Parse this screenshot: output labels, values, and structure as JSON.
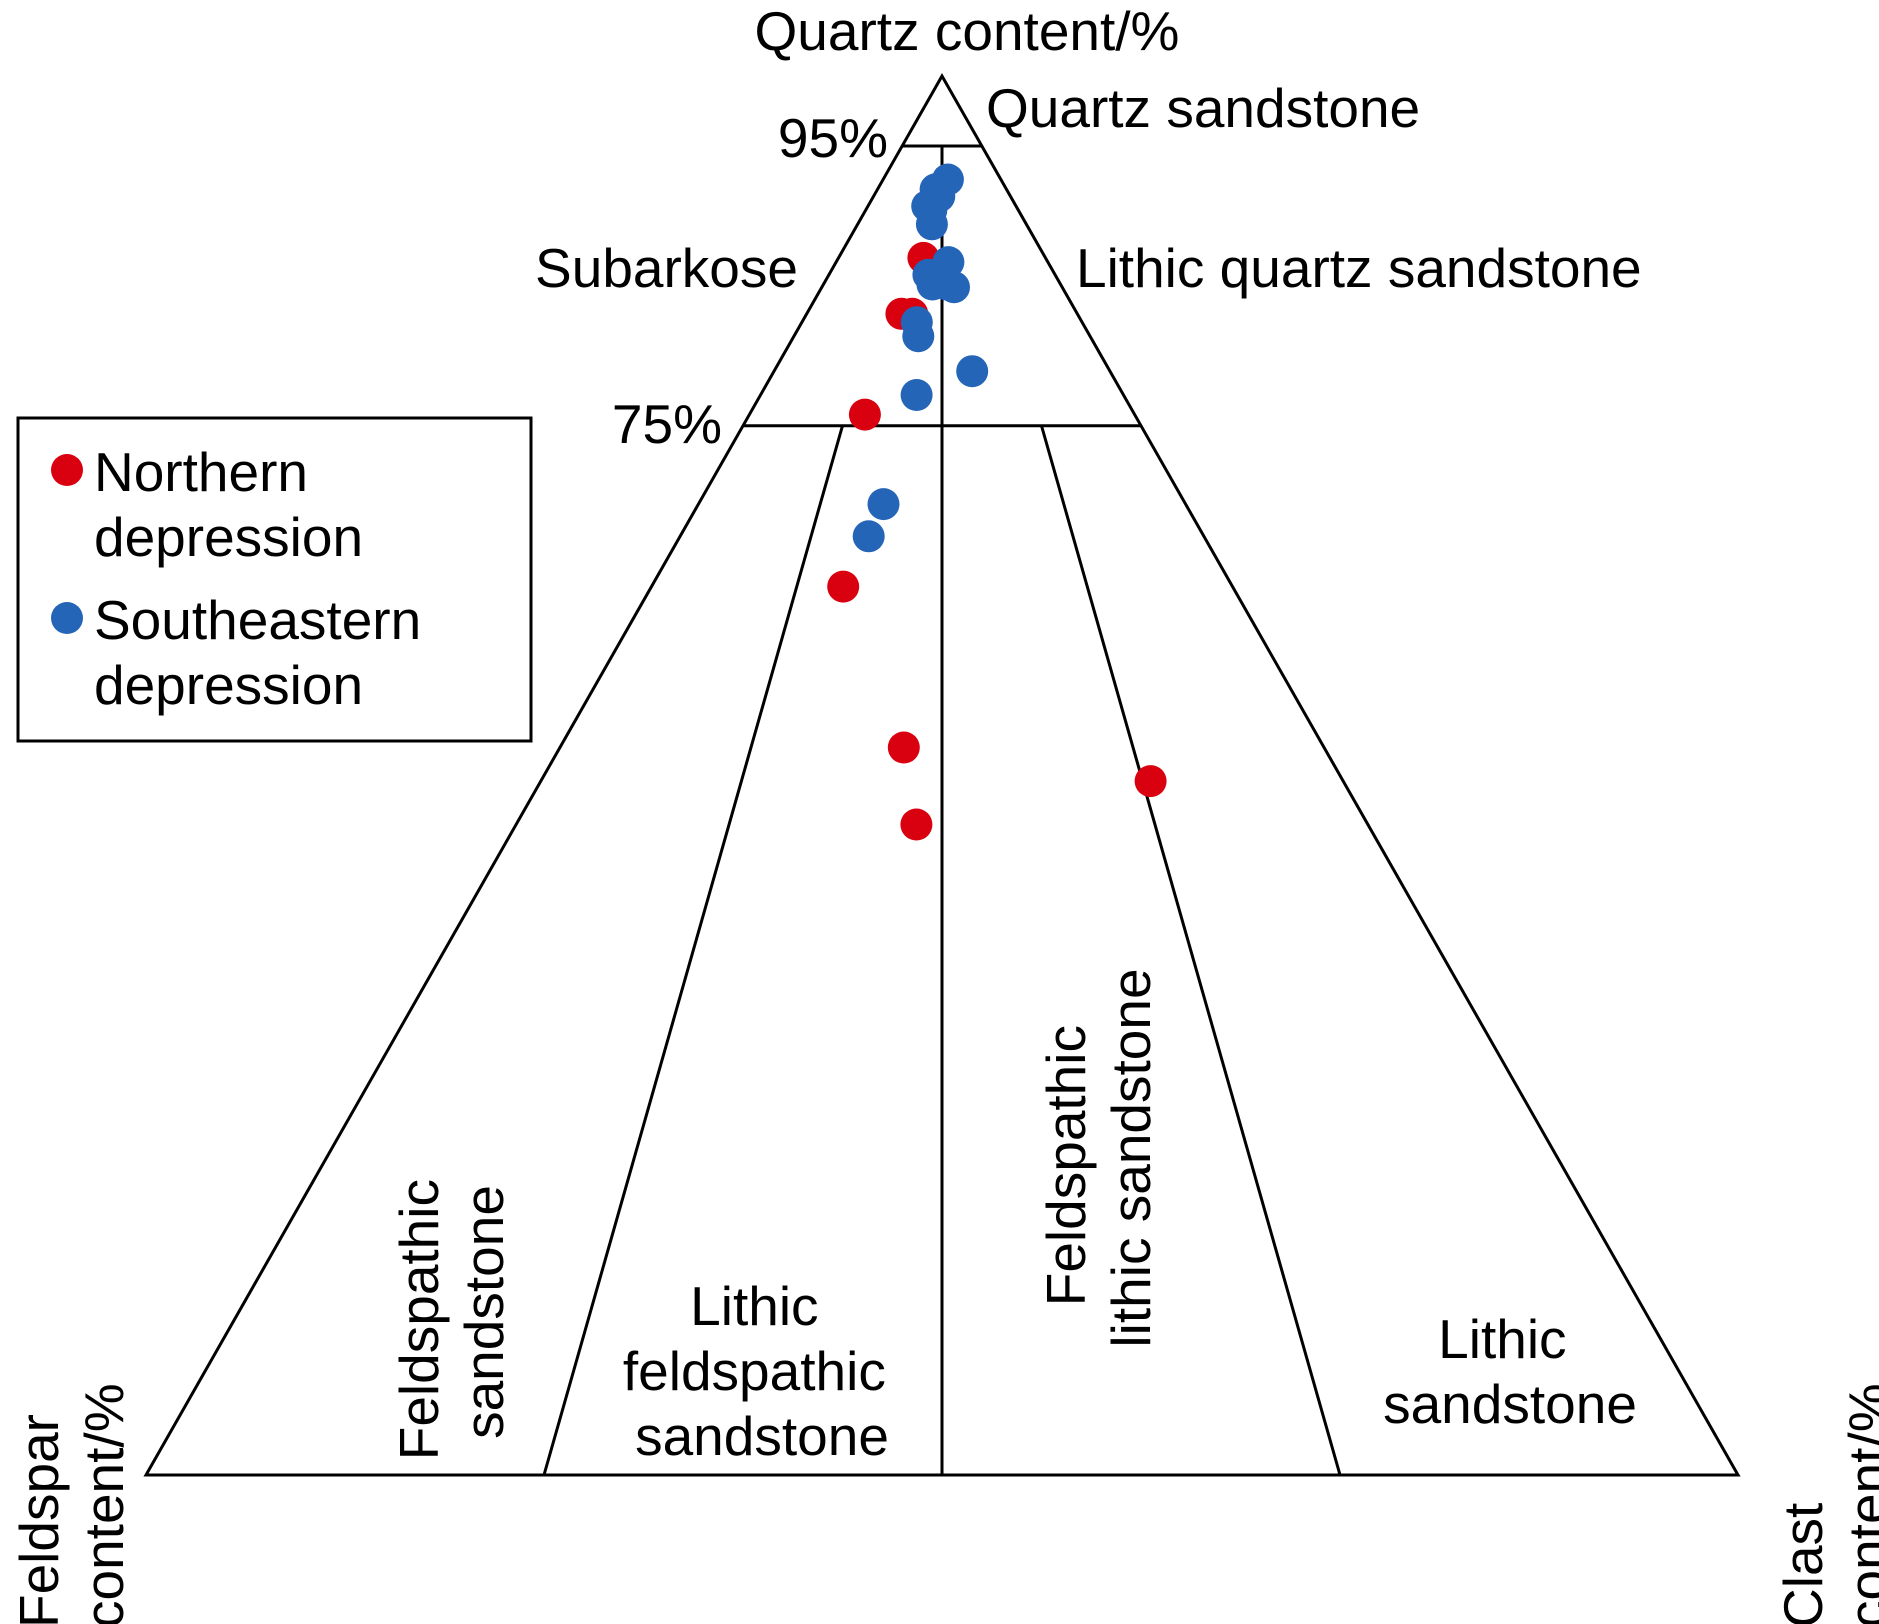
{
  "chart_data": {
    "type": "scatter",
    "diagram": "QFR ternary sandstone classification",
    "axes": {
      "apex_top": "Quartz content/%",
      "apex_left": [
        "Feldspar",
        "content/%"
      ],
      "apex_right": [
        "Clast",
        "content/%"
      ]
    },
    "quartz_thresholds": [
      {
        "value": 95,
        "label": "95%"
      },
      {
        "value": 75,
        "label": "75%"
      }
    ],
    "lower_dividers_fr": [
      3,
      1,
      0.3333
    ],
    "region_labels": {
      "quartz_sandstone": "Quartz sandstone",
      "subarkose": "Subarkose",
      "lithic_quartz_sandstone": "Lithic quartz sandstone",
      "feldspathic_sandstone": [
        "Feldspathic",
        "sandstone"
      ],
      "lithic_feldspathic_sandstone": [
        "Lithic",
        "feldspathic",
        "sandstone"
      ],
      "feldspathic_lithic_sandstone": [
        "Feldspathic",
        "lithic sandstone"
      ],
      "lithic_sandstone": [
        "Lithic",
        "sandstone"
      ]
    },
    "legend": {
      "position": "upper-left",
      "entries": [
        {
          "series_index": 0,
          "lines": [
            "Northern",
            "depression"
          ]
        },
        {
          "series_index": 1,
          "lines": [
            "Southeastern",
            "depression"
          ]
        }
      ]
    },
    "units": "Q is quartz %, F_share is feldspar fraction of (feldspar + clast)",
    "series": [
      {
        "name": "Northern depression",
        "color": "#d9000f",
        "points": [
          {
            "Q": 87,
            "F_share": 0.59
          },
          {
            "Q": 83,
            "F_share": 0.65
          },
          {
            "Q": 83,
            "F_share": 0.61
          },
          {
            "Q": 75.8,
            "F_share": 0.7
          },
          {
            "Q": 63.5,
            "F_share": 0.67
          },
          {
            "Q": 52,
            "F_share": 0.55
          },
          {
            "Q": 46.5,
            "F_share": 0.53
          },
          {
            "Q": 49.6,
            "F_share": 0.24
          }
        ]
      },
      {
        "name": "Southeastern depression",
        "color": "#2565b8",
        "points": [
          {
            "Q": 92.6,
            "F_share": 0.45
          },
          {
            "Q": 91.9,
            "F_share": 0.55
          },
          {
            "Q": 91.4,
            "F_share": 0.52
          },
          {
            "Q": 90.7,
            "F_share": 0.6
          },
          {
            "Q": 90.4,
            "F_share": 0.57
          },
          {
            "Q": 89.4,
            "F_share": 0.56
          },
          {
            "Q": 85.8,
            "F_share": 0.56
          },
          {
            "Q": 86.7,
            "F_share": 0.47
          },
          {
            "Q": 85.4,
            "F_share": 0.5
          },
          {
            "Q": 85.1,
            "F_share": 0.48
          },
          {
            "Q": 85.1,
            "F_share": 0.54
          },
          {
            "Q": 84.9,
            "F_share": 0.45
          },
          {
            "Q": 82.4,
            "F_share": 0.59
          },
          {
            "Q": 81.4,
            "F_share": 0.58
          },
          {
            "Q": 78.9,
            "F_share": 0.41
          },
          {
            "Q": 77.2,
            "F_share": 0.57
          },
          {
            "Q": 69.4,
            "F_share": 0.62
          },
          {
            "Q": 67.1,
            "F_share": 0.64
          }
        ]
      }
    ]
  }
}
